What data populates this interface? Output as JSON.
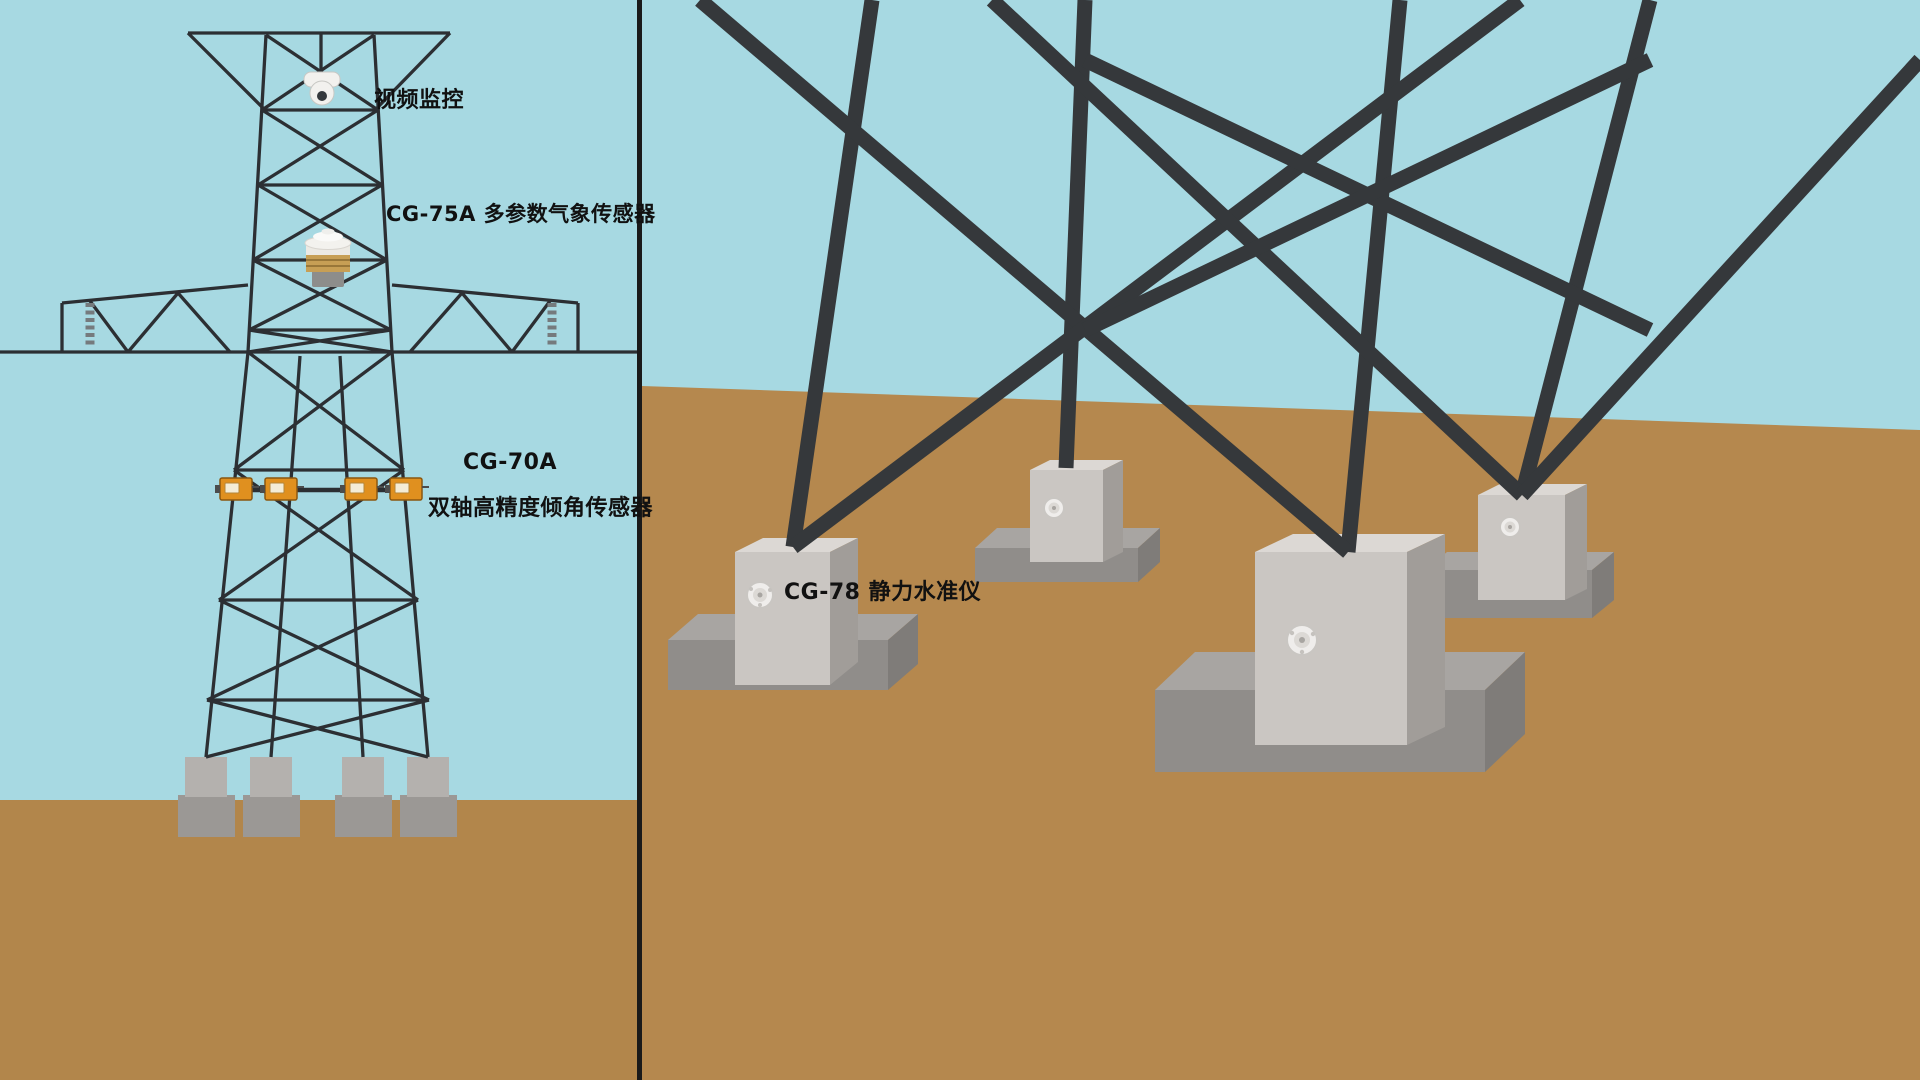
{
  "labels": {
    "video_monitor": "视频监控",
    "weather_sensor": "CG-75A 多参数气象传感器",
    "tilt_sensor_model": "CG-70A",
    "tilt_sensor_name": "双轴高精度倾角传感器",
    "level_gauge": "CG-78 静力水准仪"
  },
  "icons": {
    "camera": "dome-camera-icon",
    "weather": "weather-station-icon",
    "tilt": "tilt-sensor-icon",
    "level": "static-level-gauge-icon"
  },
  "colors": {
    "sky": "#a7d9e2",
    "ground-left": "#b2864b",
    "ground-right": "#b5884e",
    "line": "#2c2f33",
    "member": "#35383b",
    "divider": "#1a1a1a",
    "concrete-front": "#cac6c2",
    "concrete-side": "#a19d99",
    "concrete-top": "#dcd8d4",
    "pad-front": "#908d8a",
    "pad-side": "#7f7c79",
    "pad-top": "#a8a5a2",
    "footing-upper": "#b4b1ae",
    "footing-lower": "#9b9895",
    "orange": "#e0901f",
    "device": "#f2f1ee",
    "label": "#111111"
  }
}
